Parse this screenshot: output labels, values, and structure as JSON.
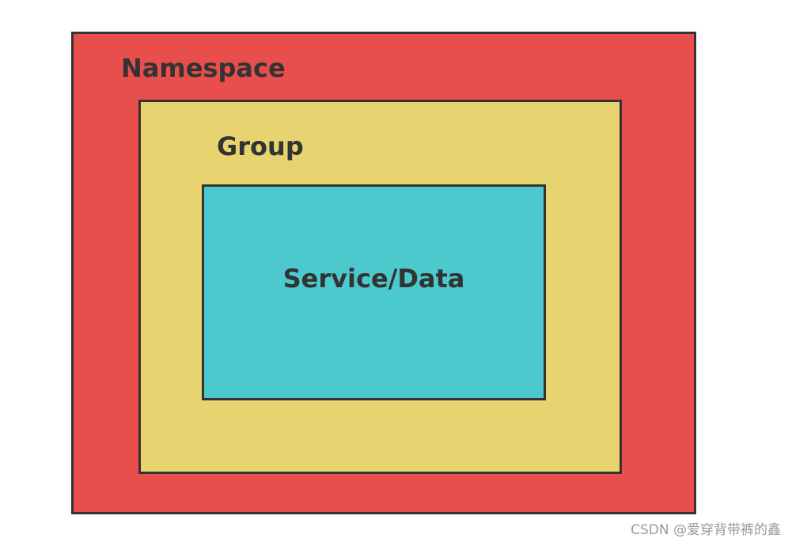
{
  "diagram": {
    "outer": {
      "label": "Namespace",
      "color": "#E84E4C"
    },
    "middle": {
      "label": "Group",
      "color": "#E7D36F"
    },
    "inner": {
      "label": "Service/Data",
      "color": "#4BC9CD"
    },
    "border_color": "#333333"
  },
  "watermark": {
    "text": "CSDN @爱穿背带裤的鑫"
  }
}
